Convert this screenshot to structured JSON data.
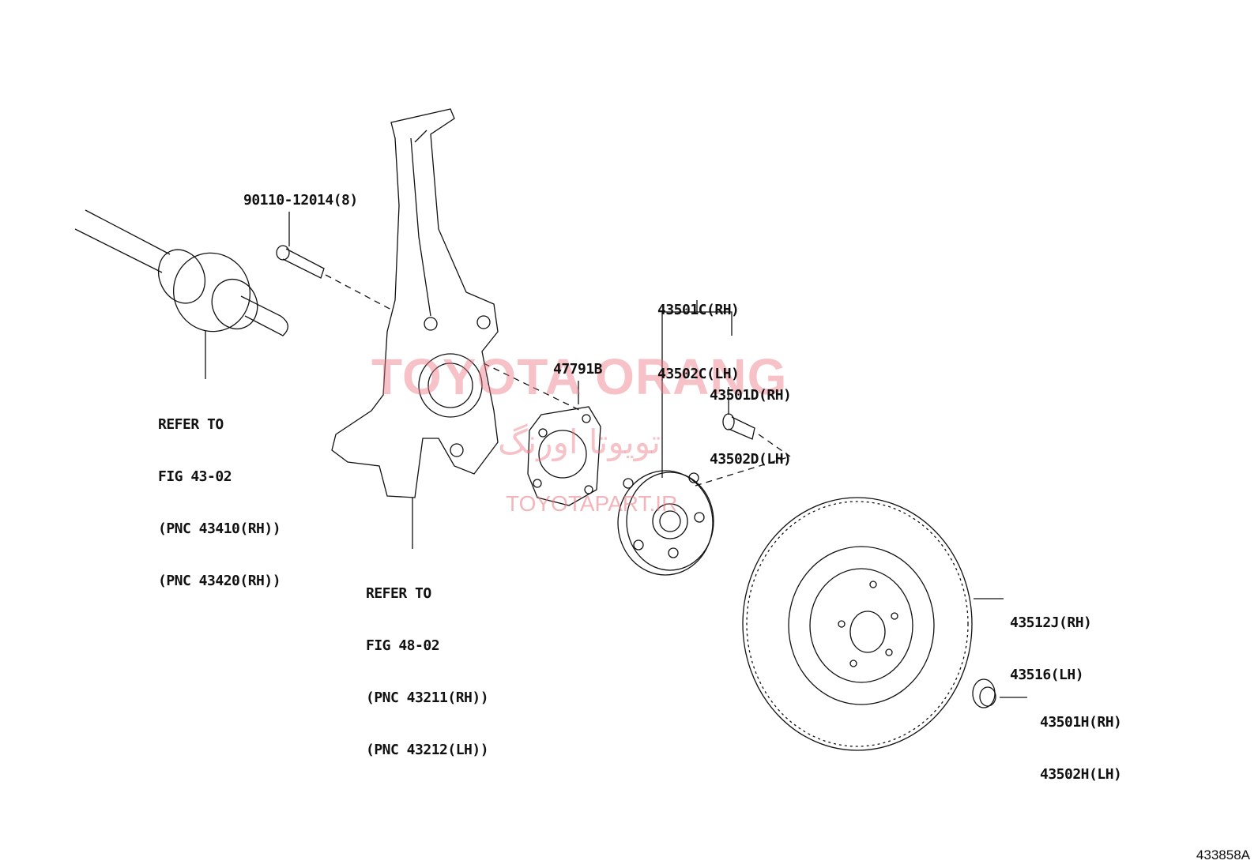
{
  "diagram": {
    "labels": {
      "bolt": "90110-12014(8)",
      "driveshaft_ref": [
        "REFER TO",
        "FIG 43-02",
        "(PNC 43410(RH))",
        "(PNC 43420(RH))"
      ],
      "knuckle_ref": [
        "REFER TO",
        "FIG 48-02",
        "(PNC 43211(RH))",
        "(PNC 43212(LH))"
      ],
      "gasket": "47791B",
      "hub": [
        "43501C(RH)",
        "43502C(LH)"
      ],
      "hub_bolt": [
        "43501D(RH)",
        "43502D(LH)"
      ],
      "disc": [
        "43512J(RH)",
        "43516(LH)"
      ],
      "nut": [
        "43501H(RH)",
        "43502H(LH)"
      ]
    },
    "illustration_code": "433858A"
  },
  "watermark": {
    "brand": "TOYOTA ORANG",
    "persian": "تویوتا اورنگ",
    "site": "TOYOTAPART.IR"
  }
}
